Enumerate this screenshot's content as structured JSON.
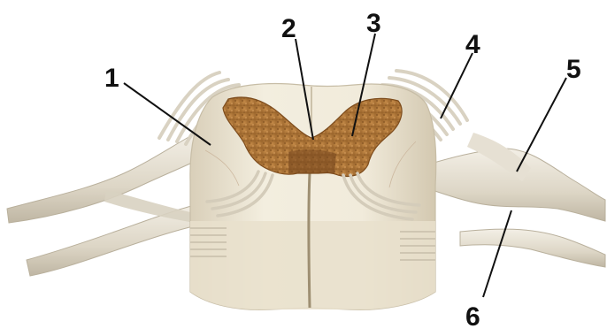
{
  "figure": {
    "description_free": true,
    "labels": [
      "1",
      "2",
      "3",
      "4",
      "5",
      "6"
    ]
  },
  "colors": {
    "background": "#ffffff",
    "white_matter": "#efe9d9",
    "white_matter_shade": "#d6cdb8",
    "grey_matter": "#b27a3c",
    "grey_matter_dark": "#8e5a26",
    "nerve": "#e3ddd0",
    "nerve_shade": "#c4bcab",
    "label_text": "#111111"
  }
}
